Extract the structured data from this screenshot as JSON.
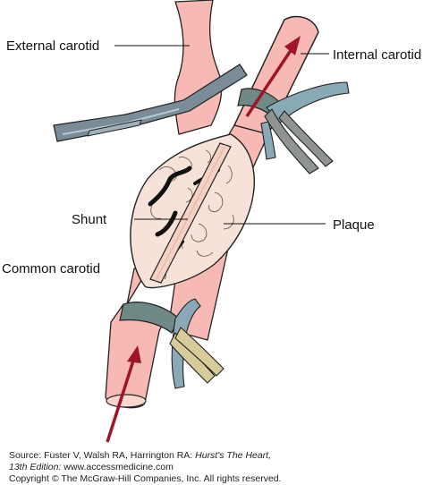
{
  "labels": {
    "external_carotid": "External carotid",
    "internal_carotid": "Internal carotid",
    "shunt": "Shunt",
    "plaque": "Plaque",
    "common_carotid": "Common carotid"
  },
  "source": {
    "line1_prefix": "Source: Fuster V, Walsh RA, Harrington RA: ",
    "line1_italic": "Hurst's The Heart,",
    "line2_italic": "13th Edition:",
    "line2_rest": " www.accessmedicine.com",
    "line3": "Copyright © The McGraw-Hill Companies, Inc. All rights reserved."
  },
  "colors": {
    "vessel": "#f7b9b3",
    "vessel_dark": "#e8958c",
    "shunt_tube": "#f3d2c4",
    "arrow": "#a01428",
    "plaque": "#f6e2d8",
    "clamp": "#6f8a86",
    "tape_blue": "#8aa9b6",
    "tape_gray": "#8f9492",
    "tape_tan": "#d8cb9a",
    "tube_gray": "#7a8c97"
  }
}
